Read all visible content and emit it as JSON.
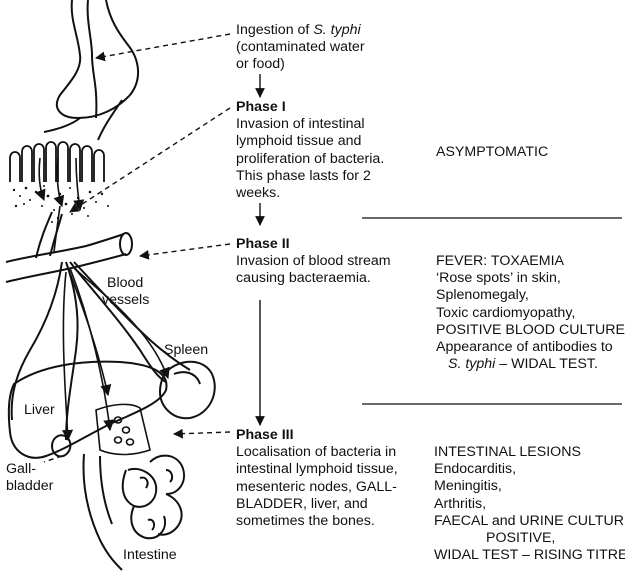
{
  "ingestion": {
    "prefix": "Ingestion of ",
    "organism": "S. typhi",
    "line2": "(contaminated water",
    "line3": "or food)"
  },
  "phase1": {
    "title": "Phase I",
    "lines": [
      "Invasion of intestinal",
      "lymphoid tissue and",
      "proliferation of bacteria.",
      "This phase lasts for 2",
      "weeks."
    ],
    "clinical": [
      "ASYMPTOMATIC"
    ]
  },
  "phase2": {
    "title": "Phase II",
    "lines": [
      "Invasion of blood stream",
      "causing bacteraemia."
    ],
    "clinical": [
      "FEVER: TOXAEMIA",
      "‘Rose spots’ in skin,",
      "Splenomegaly,",
      "Toxic cardiomyopathy,",
      "POSITIVE BLOOD CULTURE,",
      "Appearance of antibodies to"
    ],
    "clinical_last_organism": "S. typhi",
    "clinical_last_rest": " – WIDAL TEST."
  },
  "phase3": {
    "title": "Phase III",
    "lines": [
      "Localisation of bacteria in",
      "intestinal lymphoid tissue,",
      "mesenteric nodes, GALL-",
      "BLADDER, liver, and",
      "sometimes the bones."
    ],
    "clinical": [
      "INTESTINAL LESIONS",
      "Endocarditis,",
      "Meningitis,",
      "Arthritis,",
      "FAECAL and URINE CULTURE",
      "POSITIVE,",
      "WIDAL TEST – RISING TITRES."
    ]
  },
  "anatomy": {
    "blood": "Blood",
    "vessels": "vessels",
    "spleen": "Spleen",
    "liver": "Liver",
    "gall": "Gall-",
    "bladder": "bladder",
    "intestine": "Intestine"
  }
}
